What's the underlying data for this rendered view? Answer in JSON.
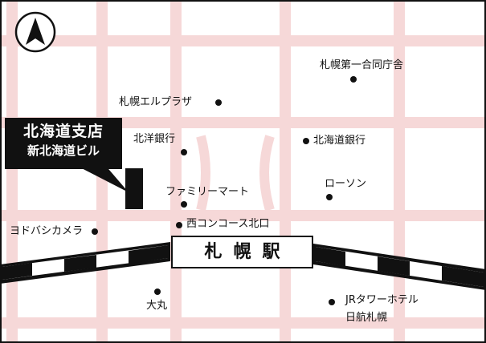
{
  "compass": {
    "icon": "north-arrow-icon"
  },
  "highlight": {
    "title": "北海道支店",
    "subtitle": "新北海道ビル"
  },
  "station": {
    "name": "札幌駅"
  },
  "landmarks": [
    {
      "id": "sapporo-daiichi-godo-chosha",
      "name": "札幌第一合同庁舎"
    },
    {
      "id": "sapporo-el-plaza",
      "name": "札幌エルプラザ"
    },
    {
      "id": "hokuyo-bank",
      "name": "北洋銀行"
    },
    {
      "id": "hokkaido-bank",
      "name": "北海道銀行"
    },
    {
      "id": "familymart",
      "name": "ファミリーマート"
    },
    {
      "id": "lawson",
      "name": "ローソン"
    },
    {
      "id": "nishi-concourse-north-exit",
      "name": "西コンコース北口"
    },
    {
      "id": "yodobashi-camera",
      "name": "ヨドバシカメラ"
    },
    {
      "id": "daimaru",
      "name": "大丸"
    },
    {
      "id": "jr-tower-hotel-line1",
      "name": "JRタワーホテル"
    },
    {
      "id": "jr-tower-hotel-line2",
      "name": "日航札幌"
    }
  ],
  "colors": {
    "road": "#f6d8d8",
    "ink": "#111111",
    "frame": "#111111",
    "background": "#ffffff"
  }
}
